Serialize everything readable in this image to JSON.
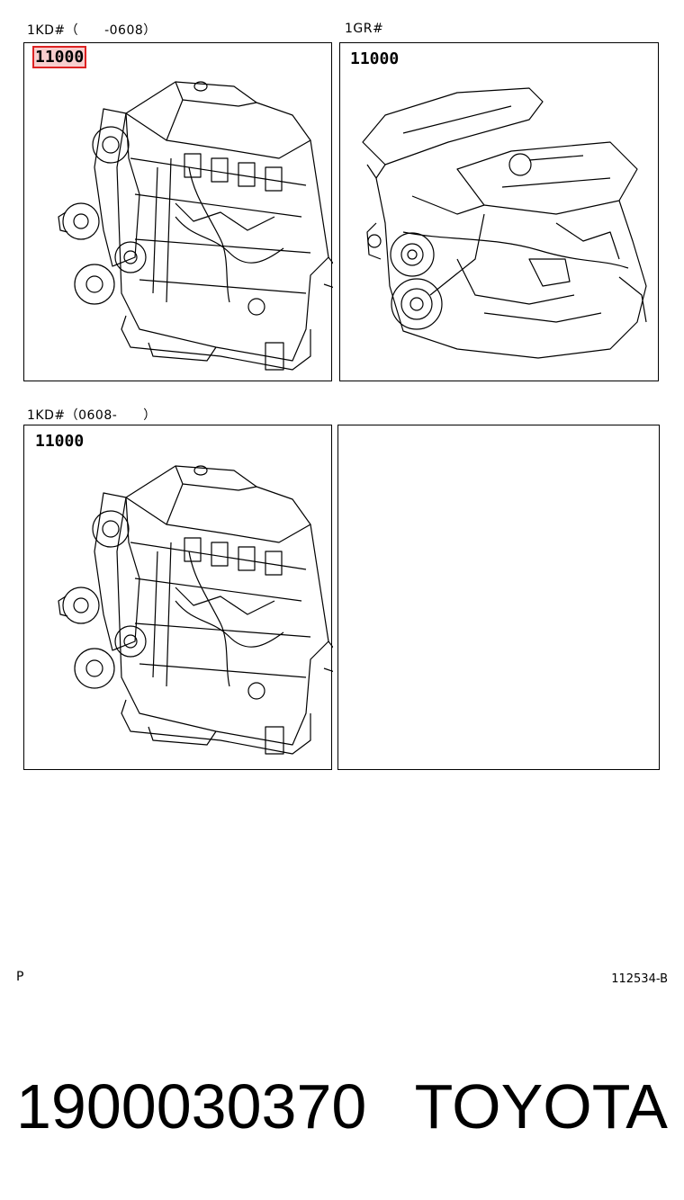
{
  "panels": [
    {
      "caption": "1KD#（　　-0608）",
      "part_no": "11000",
      "highlighted": true,
      "illustration": "engine-assembly-1kd"
    },
    {
      "caption": "1GR#",
      "part_no": "11000",
      "highlighted": false,
      "illustration": "engine-assembly-1gr"
    },
    {
      "caption": "1KD#（0608-　　）",
      "part_no": "11000",
      "highlighted": false,
      "illustration": "engine-assembly-1kd"
    },
    {
      "caption": "",
      "part_no": "",
      "highlighted": false,
      "illustration": ""
    }
  ],
  "footer": {
    "left": "P",
    "right": "112534-B"
  },
  "part_number": "1900030370",
  "brand": "TOYOTA",
  "colors": {
    "highlight": "#d22222"
  }
}
